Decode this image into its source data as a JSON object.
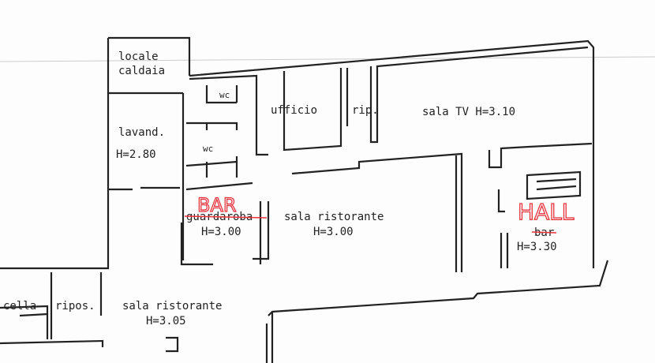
{
  "rooms": {
    "locale_caldaia": [
      "locale",
      "caldaia"
    ],
    "wc_top": "wc",
    "ufficio": "ufficio",
    "rip": "rip.",
    "sala_tv": "sala TV  H=3.10",
    "lavand": "lavand.",
    "lavand_h": "H=2.80",
    "wc_mid": "wc",
    "guardaroba": "guardaroba",
    "guardaroba_h": "H=3.00",
    "sala_ristorante_1": "sala ristorante",
    "sala_ristorante_1_h": "H=3.00",
    "bar": "bar",
    "bar_h": "H=3.30",
    "cella": "cella",
    "ripos": "ripos.",
    "sala_ristorante_2": "sala ristorante",
    "sala_ristorante_2_h": "H=3.05"
  },
  "annotations": {
    "bar_handwritten": "BAR",
    "hall_handwritten": "HALL",
    "color": "#e8323c"
  }
}
